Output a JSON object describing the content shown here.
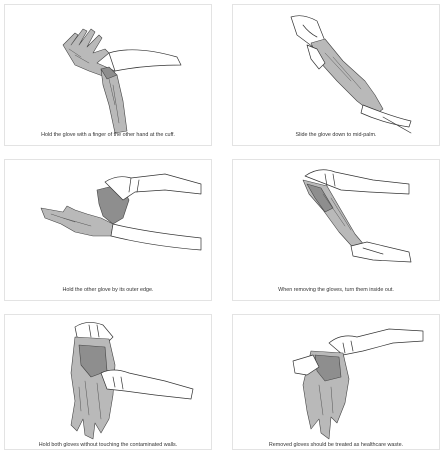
{
  "steps": [
    {
      "caption": "Hold the glove with a finger of the other hand at the cuff.",
      "illustration": "hold-cuff-illustration"
    },
    {
      "caption": "Slide the glove down to mid-palm.",
      "illustration": "slide-glove-illustration"
    },
    {
      "caption": "Hold the other glove by its outer edge.",
      "illustration": "hold-edge-illustration"
    },
    {
      "caption": "When removing the gloves, turn them inside out.",
      "illustration": "inside-out-illustration"
    },
    {
      "caption": "Hold both gloves without touching the contaminated walls.",
      "illustration": "hold-both-illustration"
    },
    {
      "caption": "Removed gloves should be treated as healthcare waste.",
      "illustration": "discard-gloves-illustration"
    }
  ]
}
